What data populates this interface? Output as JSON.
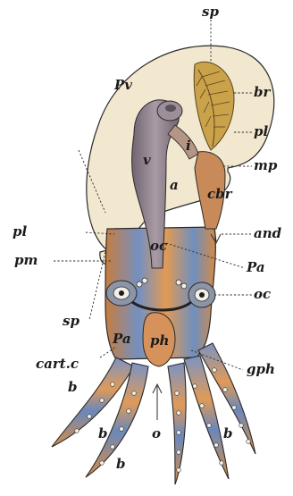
{
  "figure": {
    "labels": {
      "sp_top": "sp",
      "Pv": "Pv",
      "br": "br",
      "pl_right": "pl",
      "mp": "mp",
      "v": "v",
      "a": "a",
      "i": "i",
      "cbr": "cbr",
      "pl_left": "pl",
      "and": "and",
      "pm": "pm",
      "oc_center": "oc",
      "Pa_right": "Pa",
      "oc_right": "oc",
      "sp_left": "sp",
      "Pa_center": "Pa",
      "ph": "ph",
      "cart_c": "cart.c",
      "gph": "gph",
      "b_1": "b",
      "b_2": "b",
      "b_3": "b",
      "b_4": "b",
      "o": "o"
    },
    "colors": {
      "mantle": "#f2e7cf",
      "outline": "#2b2b2b",
      "body_orange": "#d98d44",
      "body_blue": "#6f8fbf",
      "viscera": "#8c7f8a",
      "gill": "#c9a24a"
    }
  }
}
